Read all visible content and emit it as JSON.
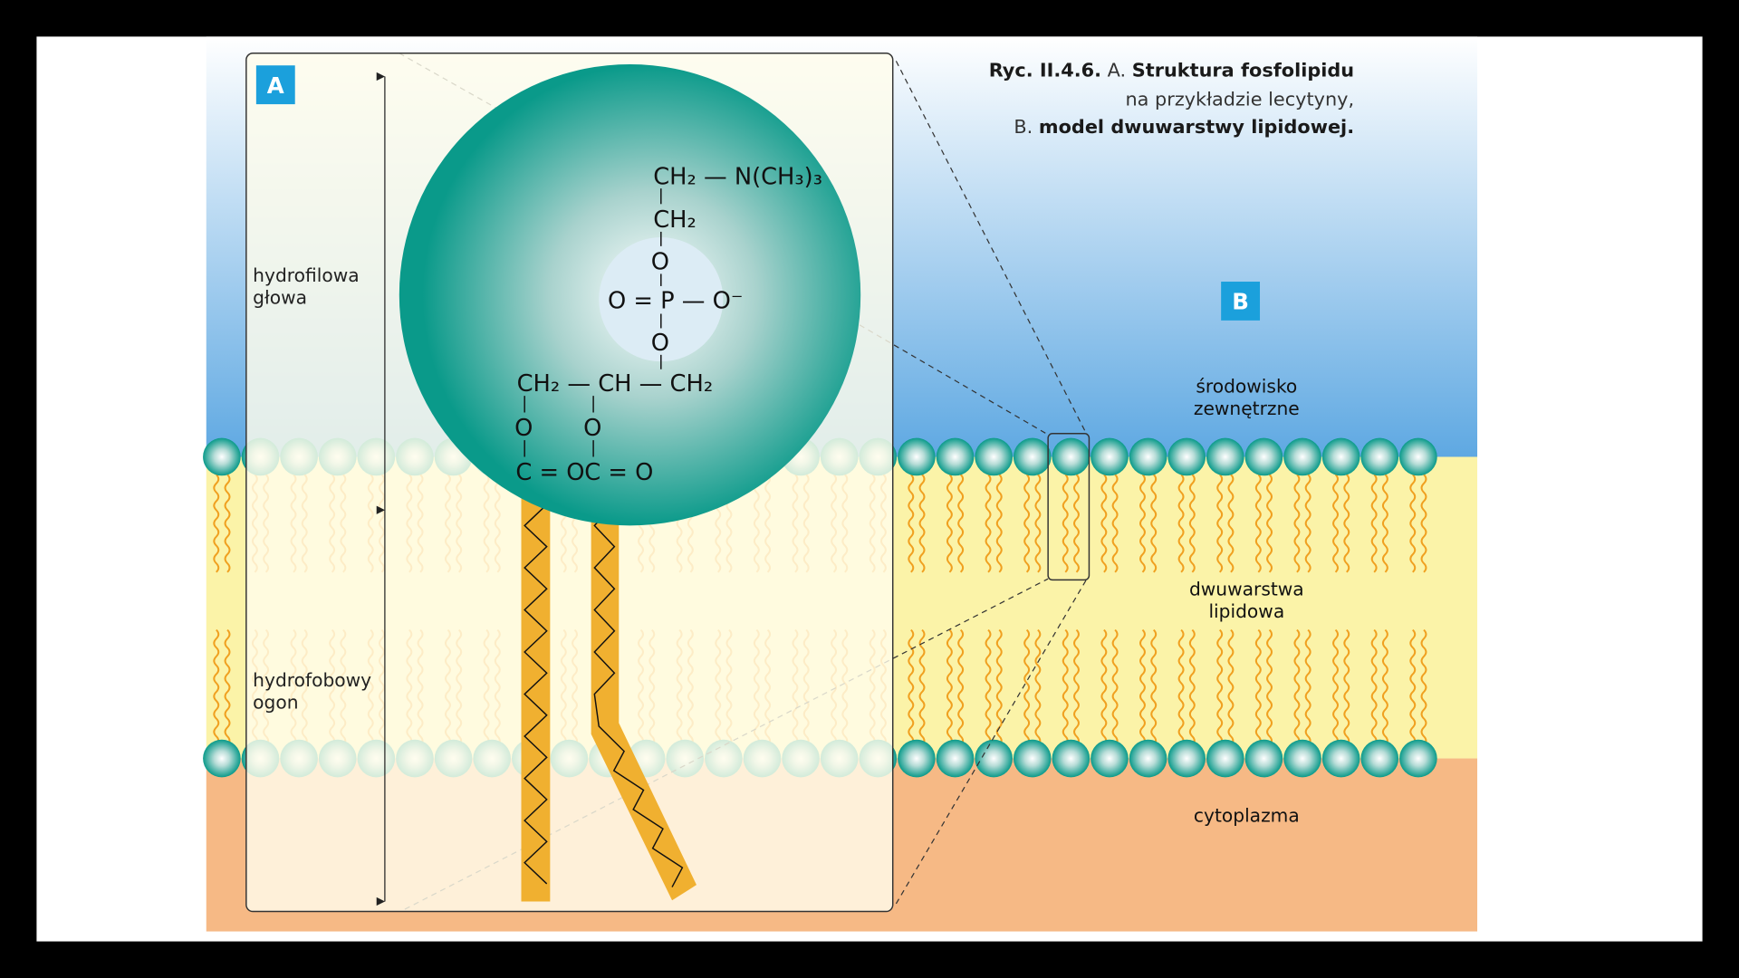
{
  "caption": {
    "fig_number": "Ryc. II.4.6.",
    "part_a_prefix": "A.",
    "part_a_title": "Struktura fosfolipidu",
    "part_a_rest": "na przykładzie lecytyny,",
    "part_b_prefix": "B.",
    "part_b_title": "model dwuwarstwy lipidowej."
  },
  "panel_a": {
    "badge": "A",
    "label_head": [
      "hydrofilowa",
      "głowa"
    ],
    "label_tail": [
      "hydrofobowy",
      "ogon"
    ]
  },
  "panel_b": {
    "badge": "B",
    "label_outside": [
      "środowisko",
      "zewnętrzne"
    ],
    "label_bilayer": [
      "dwuwarstwa",
      "lipidowa"
    ],
    "label_cytoplasm": "cytoplazma"
  },
  "formula": {
    "choline": "CH₂ — N(CH₃)₃",
    "ch2_a": "CH₂",
    "o_top": "O",
    "phosphate": "O = P — O⁻",
    "o_bottom": "O",
    "glycerol": "CH₂ — CH — CH₂",
    "o_left": "O",
    "o_right": "O",
    "co_left": "C = O",
    "co_right": "C = O"
  },
  "colors": {
    "teal": "#0a9a8a",
    "tail_orange": "#f0b030",
    "badge_blue": "#1ba0dc",
    "bilayer_yellow": "#fbf3a8",
    "cytoplasm": "#f6b985",
    "sky": "#5ea8e2"
  }
}
